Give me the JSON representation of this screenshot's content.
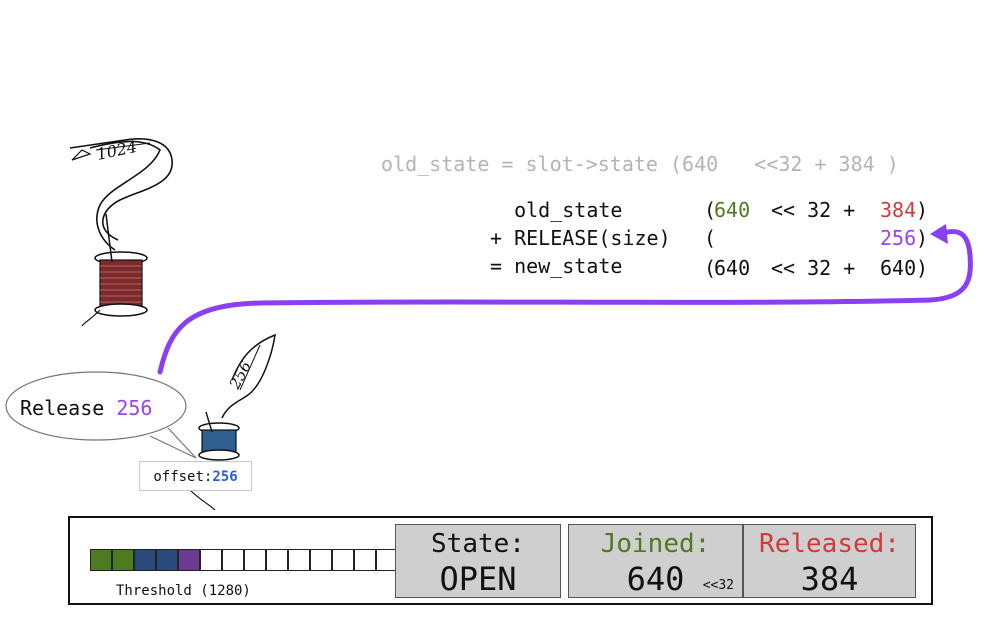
{
  "ghost_line": "old_state = slot->state (640   <<32 + 384 )",
  "calc": {
    "row1": {
      "label": "  old_state",
      "joined": "640",
      "shift": "<< 32 +",
      "released": "384"
    },
    "row2": {
      "label": "+ RELEASE(size)",
      "value": "256"
    },
    "row3": {
      "label": "= new_state",
      "joined": "640",
      "shift": "<< 32 +",
      "released": "640"
    }
  },
  "spools": {
    "top_tag": "1024",
    "small_tag": "256"
  },
  "bubble": {
    "prefix": "Release ",
    "value": "256"
  },
  "offset": {
    "label": "offset:",
    "value": "256"
  },
  "bar": {
    "filled_colors": [
      "#4e7a20",
      "#4e7a20",
      "#2b4a7c",
      "#2b4a7c",
      "#6c3a93"
    ],
    "total_cells": 14,
    "threshold_label": "Threshold (1280)"
  },
  "state": {
    "label": "State:",
    "value": "OPEN"
  },
  "joined": {
    "label": "Joined:",
    "value": "640",
    "shift": "<<32"
  },
  "released": {
    "label": "Released:",
    "value": "384"
  },
  "colors": {
    "joined": "#4e7a20",
    "released": "#d23a3a",
    "release_amount": "#9a45e8",
    "offset_value": "#2a5fd6",
    "arrow": "#8a3ff0"
  }
}
